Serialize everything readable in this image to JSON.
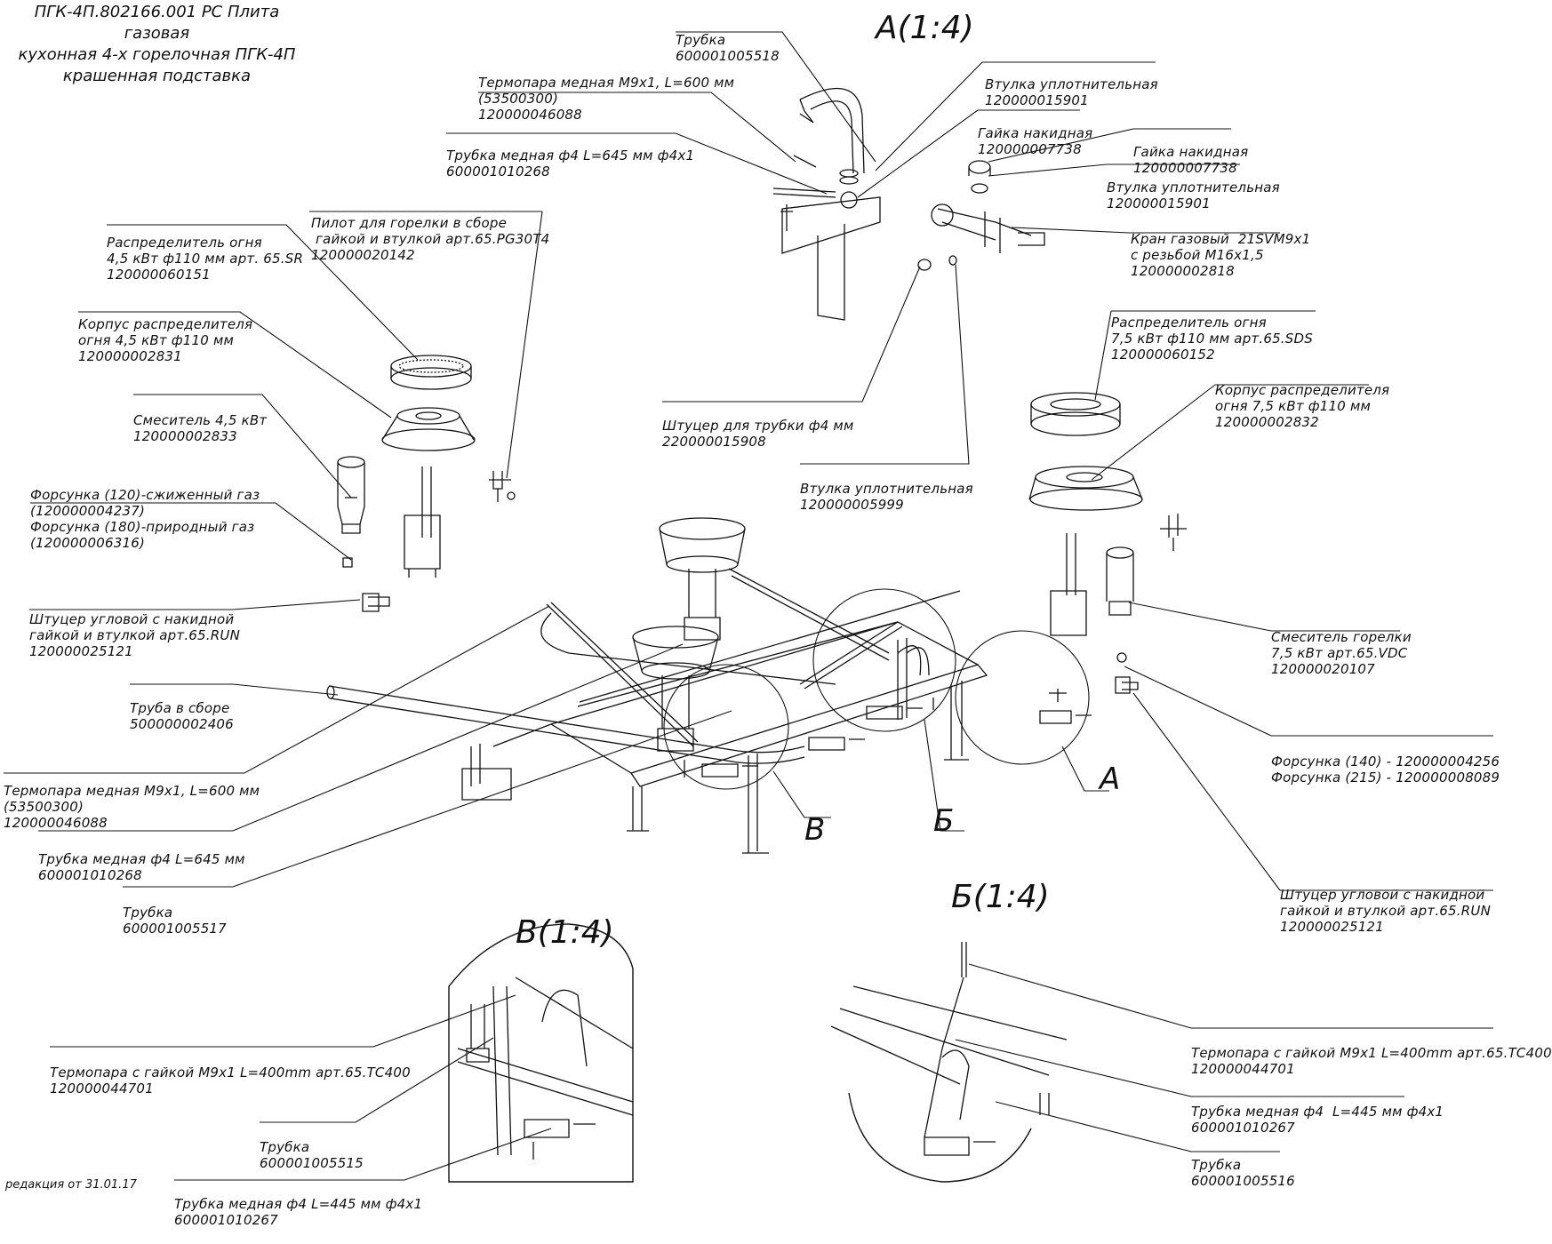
{
  "title": "ПГК-4П.802166.001 РС Плита газовая\nкухонная 4-х горелочная ПГК-4П\nкрашенная подставка",
  "views": {
    "A": "A(1:4)",
    "B": "Б(1:4)",
    "V": "В(1:4)"
  },
  "callouts": {
    "A": "A",
    "B": "Б",
    "V": "В"
  },
  "footer": "редакция от 31.01.17",
  "labels": {
    "trubka_top": {
      "l1": "Трубка",
      "l2": "600001005518"
    },
    "termopara_600_top": {
      "l1": "Термопара медная M9x1, L=600 мм",
      "l2": "(53500300)",
      "l3": "120000046088"
    },
    "trubka_med_645_top": {
      "l1": "Трубка медная ф4 L=645 мм ф4x1",
      "l2": "600001010268"
    },
    "vtulka_a1": {
      "l1": "Втулка уплотнительная",
      "l2": "120000015901"
    },
    "gaika_a1": {
      "l1": "Гайка накидная",
      "l2": "120000007738"
    },
    "gaika_a2": {
      "l1": "Гайка накидная",
      "l2": "120000007738"
    },
    "vtulka_a2": {
      "l1": "Втулка уплотнительная",
      "l2": "120000015901"
    },
    "kran": {
      "l1": "Кран газовый  21SVM9x1",
      "l2": "с резьбой M16x1,5",
      "l3": "120000002818"
    },
    "pilot": {
      "l1": "Пилот для горелки в сборе",
      "l2": " гайкой и втулкой арт.65.PG30T4",
      "l3": "120000020142"
    },
    "raspred_45": {
      "l1": "Распределитель огня",
      "l2": "4,5 кВт ф110 мм арт. 65.SR",
      "l3": "120000060151"
    },
    "korpus_45": {
      "l1": "Корпус распределителя",
      "l2": "огня 4,5 кВт ф110 мм",
      "l3": "120000002831"
    },
    "smesitel_45": {
      "l1": "Смеситель 4,5 кВт",
      "l2": "120000002833"
    },
    "forsunka_120": {
      "l1": "Форсунка (120)-сжиженный газ",
      "l2": "(120000004237)",
      "l3": "Форсунка (180)-природный газ",
      "l4": "(120000006316)"
    },
    "shtucer_ugl_left": {
      "l1": "Штуцер угловой с накидной",
      "l2": "гайкой и втулкой арт.65.RUN",
      "l3": "120000025121"
    },
    "truba_sbore": {
      "l1": "Труба в сборе",
      "l2": "500000002406"
    },
    "termopara_600_left": {
      "l1": "Термопара медная M9x1, L=600 мм",
      "l2": "(53500300)",
      "l3": "120000046088"
    },
    "trubka_med_645_left": {
      "l1": "Трубка медная ф4 L=645 мм",
      "l2": "600001010268"
    },
    "trubka_left": {
      "l1": "Трубка",
      "l2": "600001005517"
    },
    "shtucer_f4": {
      "l1": "Штуцер для трубки ф4 мм",
      "l2": "220000015908"
    },
    "vtulka_5999": {
      "l1": "Втулка уплотнительная",
      "l2": "120000005999"
    },
    "raspred_75": {
      "l1": "Распределитель огня",
      "l2": "7,5 кВт ф110 мм арт.65.SDS",
      "l3": "120000060152"
    },
    "korpus_75": {
      "l1": "Корпус распределителя",
      "l2": "огня 7,5 кВт ф110 мм",
      "l3": "120000002832"
    },
    "smesitel_75": {
      "l1": "Смеситель горелки",
      "l2": "7,5 кВт арт.65.VDC",
      "l3": "120000020107"
    },
    "forsunka_140": {
      "l1": "Форсунка (140) - 120000004256",
      "l2": "Форсунка (215) - 120000008089"
    },
    "shtucer_ugl_right": {
      "l1": "Штуцер угловой с накидной",
      "l2": "гайкой и втулкой арт.65.RUN",
      "l3": "120000025121"
    },
    "v_termopara_400": {
      "l1": "Термопара с гайкой M9x1 L=400mm арт.65.TC400",
      "l2": "120000044701"
    },
    "v_trubka": {
      "l1": "Трубка",
      "l2": "600001005515"
    },
    "v_trubka_445": {
      "l1": "Трубка медная ф4 L=445 мм ф4x1",
      "l2": "600001010267"
    },
    "b_termopara_400": {
      "l1": "Термопара с гайкой M9x1 L=400mm арт.65.TC400",
      "l2": "120000044701"
    },
    "b_trubka_445": {
      "l1": "Трубка медная ф4  L=445 мм ф4x1",
      "l2": "600001010267"
    },
    "b_trubka": {
      "l1": "Трубка",
      "l2": "600001005516"
    }
  }
}
